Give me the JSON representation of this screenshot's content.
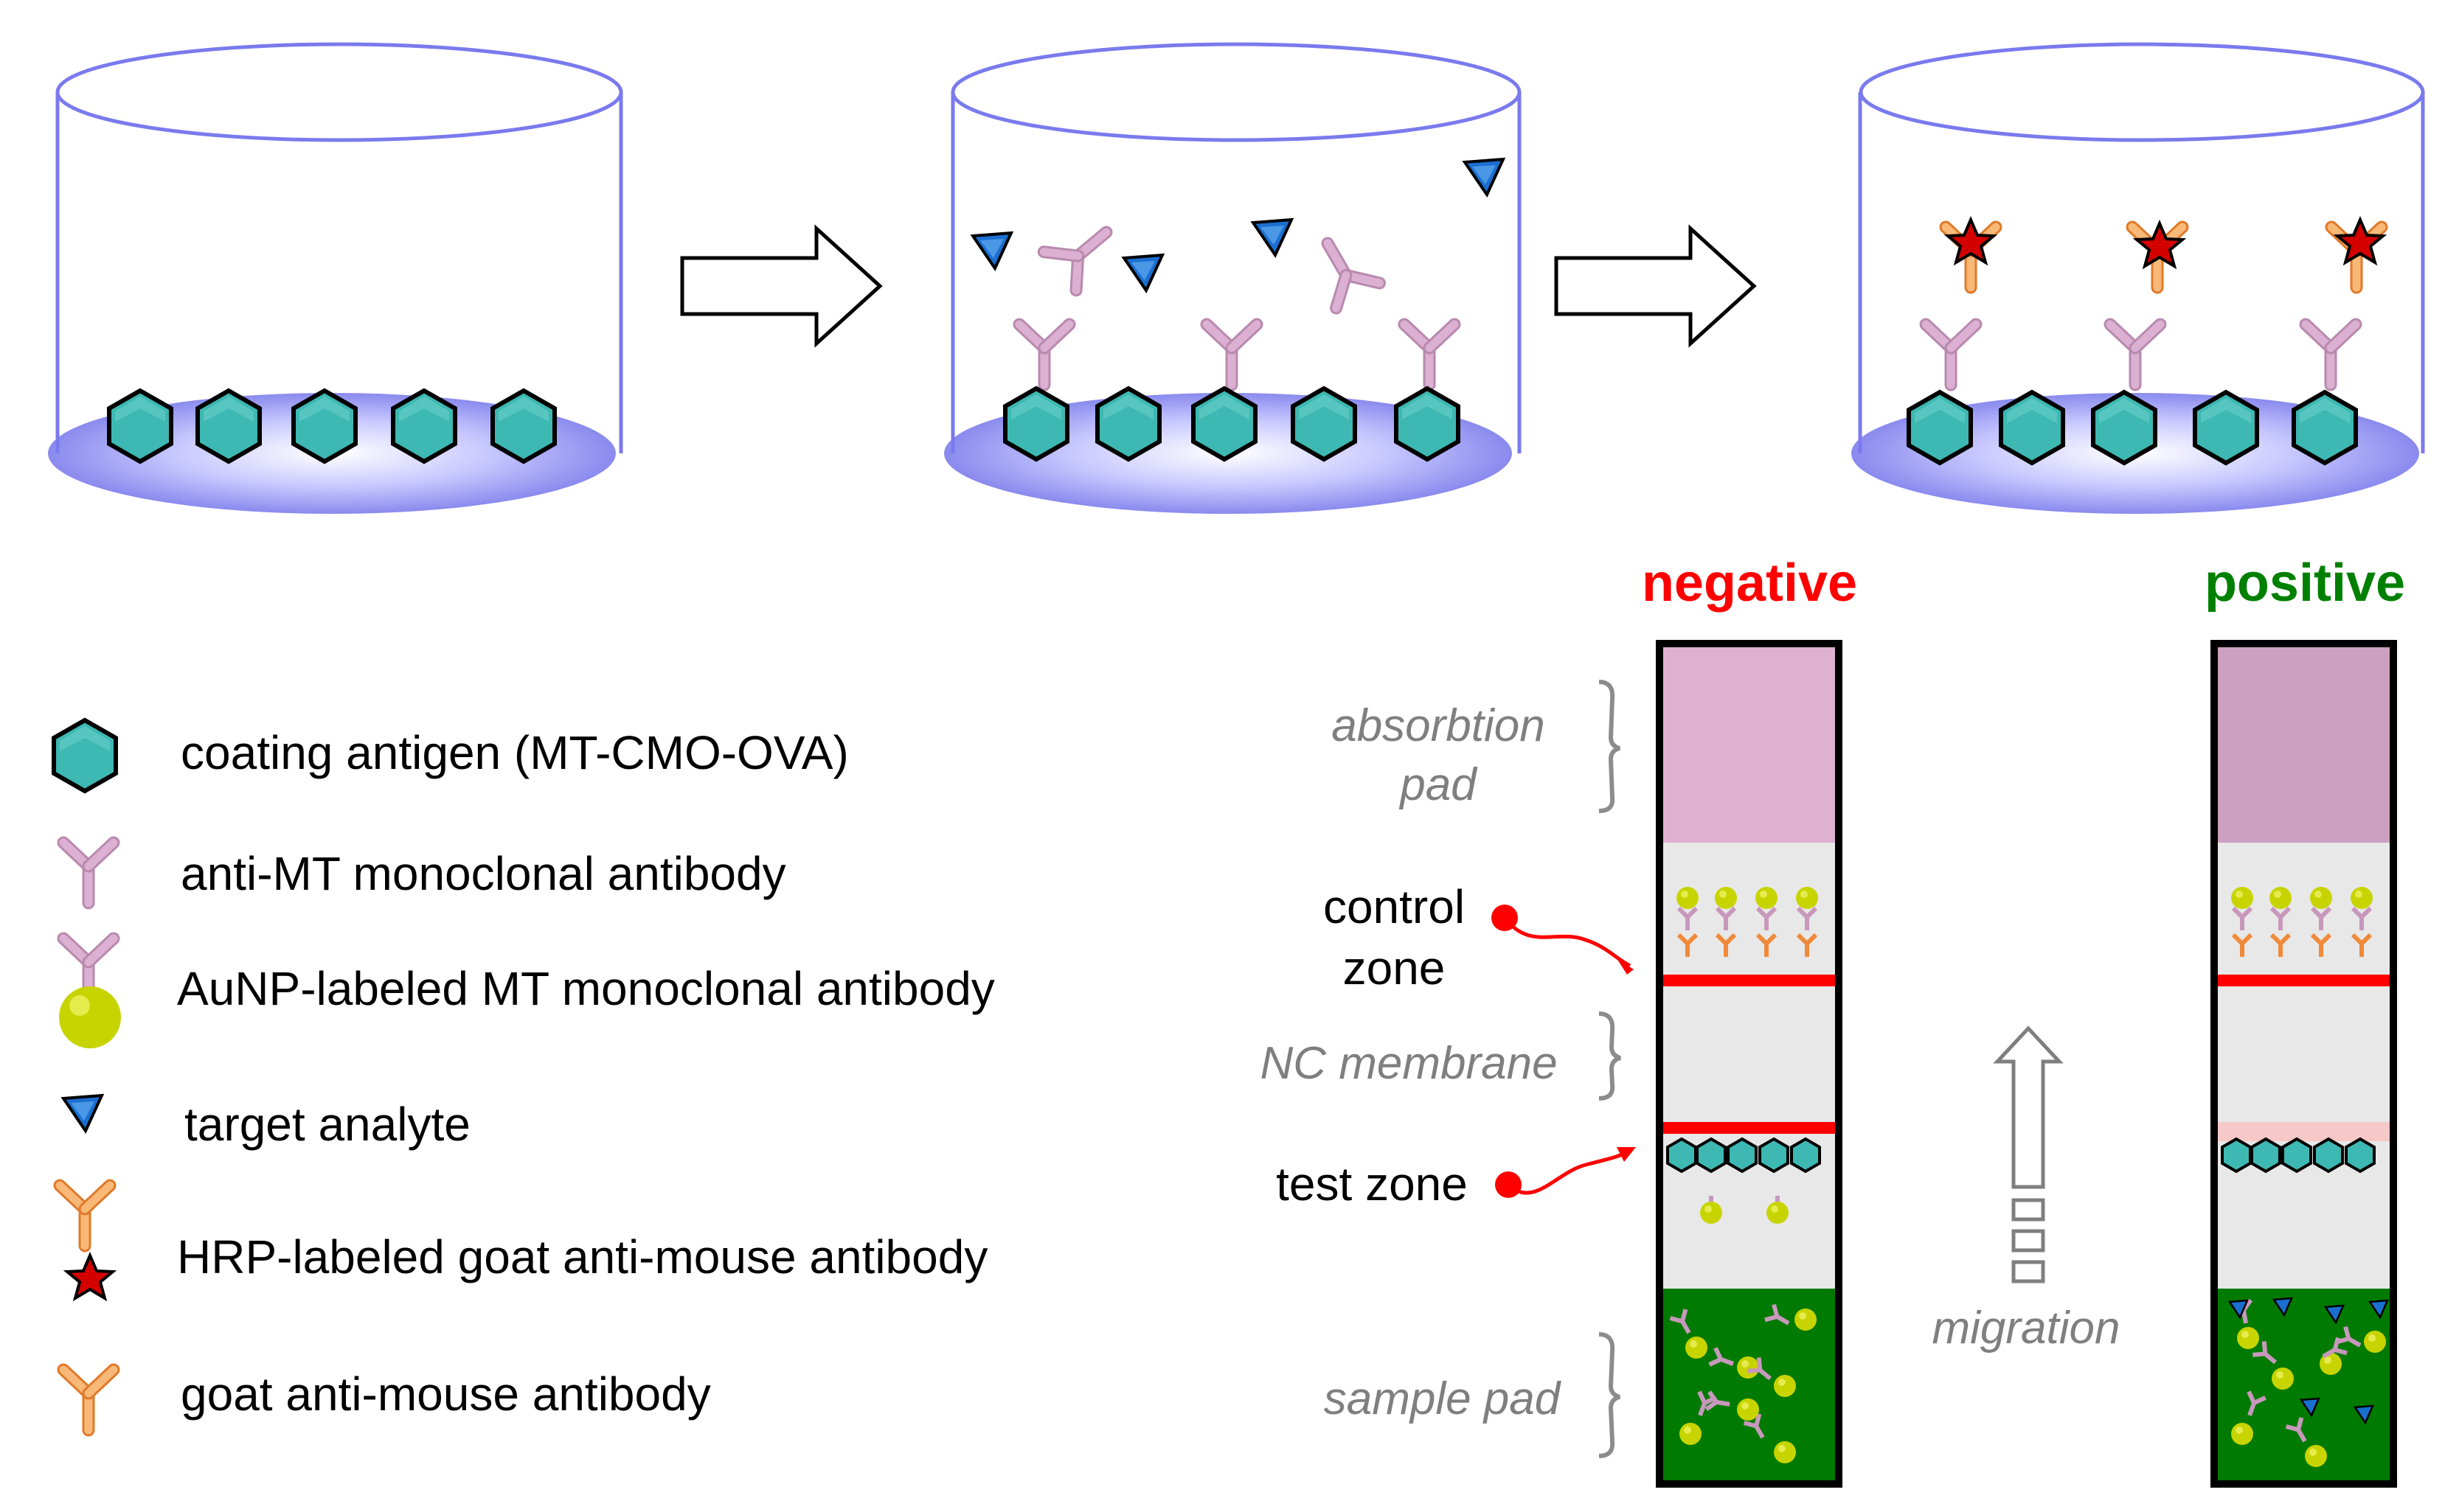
{
  "legend": {
    "items": [
      {
        "icon": "hexagon-icon",
        "text": "coating antigen (MT-CMO-OVA)"
      },
      {
        "icon": "pink-antibody-icon",
        "text": "anti-MT monoclonal antibody"
      },
      {
        "icon": "aunp-antibody-icon",
        "text": "AuNP-labeled MT monoclonal antibody"
      },
      {
        "icon": "triangle-icon",
        "text": "target analyte"
      },
      {
        "icon": "hrp-antibody-icon",
        "text": "HRP-labeled goat anti-mouse antibody"
      },
      {
        "icon": "orange-antibody-icon",
        "text": "goat anti-mouse antibody"
      }
    ]
  },
  "strip": {
    "negative_label": "negative",
    "positive_label": "positive",
    "absorbtion_line1": "absorbtion",
    "absorbtion_line2": "pad",
    "control_line1": "control",
    "control_line2": "zone",
    "nc_membrane": "NC membrane",
    "test_zone": "test zone",
    "sample_pad": "sample pad",
    "migration": "migration"
  },
  "colors": {
    "hexagon": "#3db8b2",
    "pink_antibody": "#d9a8cc",
    "orange_antibody": "#f5a55a",
    "aunp": "#c8d400",
    "analyte": "#1a6fd0",
    "star": "#d40000",
    "absorption_pad_negative": "#dfb0d0",
    "absorption_pad_positive": "#cba0c0",
    "sample_pad": "#007a00",
    "membrane": "#e8e8e8",
    "line_red": "#ff0000",
    "well_blue": "#7a7aee",
    "negative_text": "#ff0000",
    "positive_text": "#008000"
  }
}
